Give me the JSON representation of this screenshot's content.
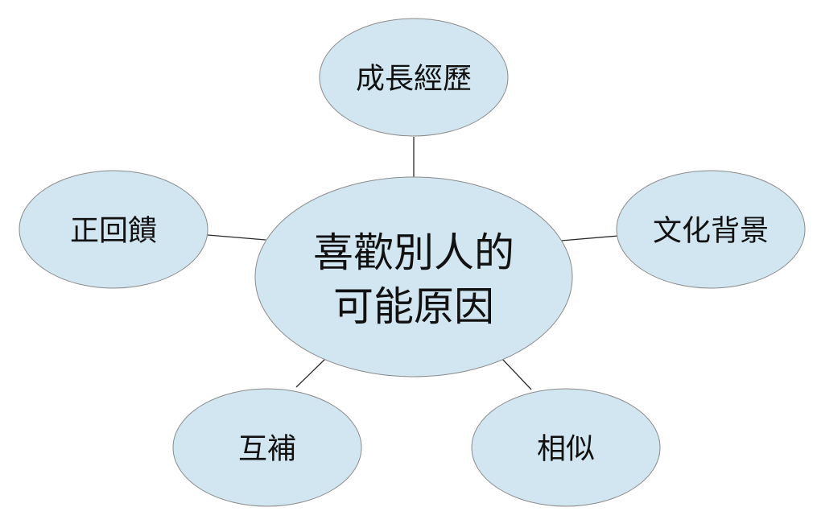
{
  "center": {
    "line1": "喜歡別人的",
    "line2": "可能原因"
  },
  "nodes": {
    "top": "成長經歷",
    "left": "正回饋",
    "right": "文化背景",
    "bottom_left": "互補",
    "bottom_right": "相似"
  },
  "colors": {
    "bubble_fill": "#d2e6f2",
    "bubble_stroke": "#8a8a8a",
    "connector": "#2a2a2a",
    "text": "#111111"
  }
}
